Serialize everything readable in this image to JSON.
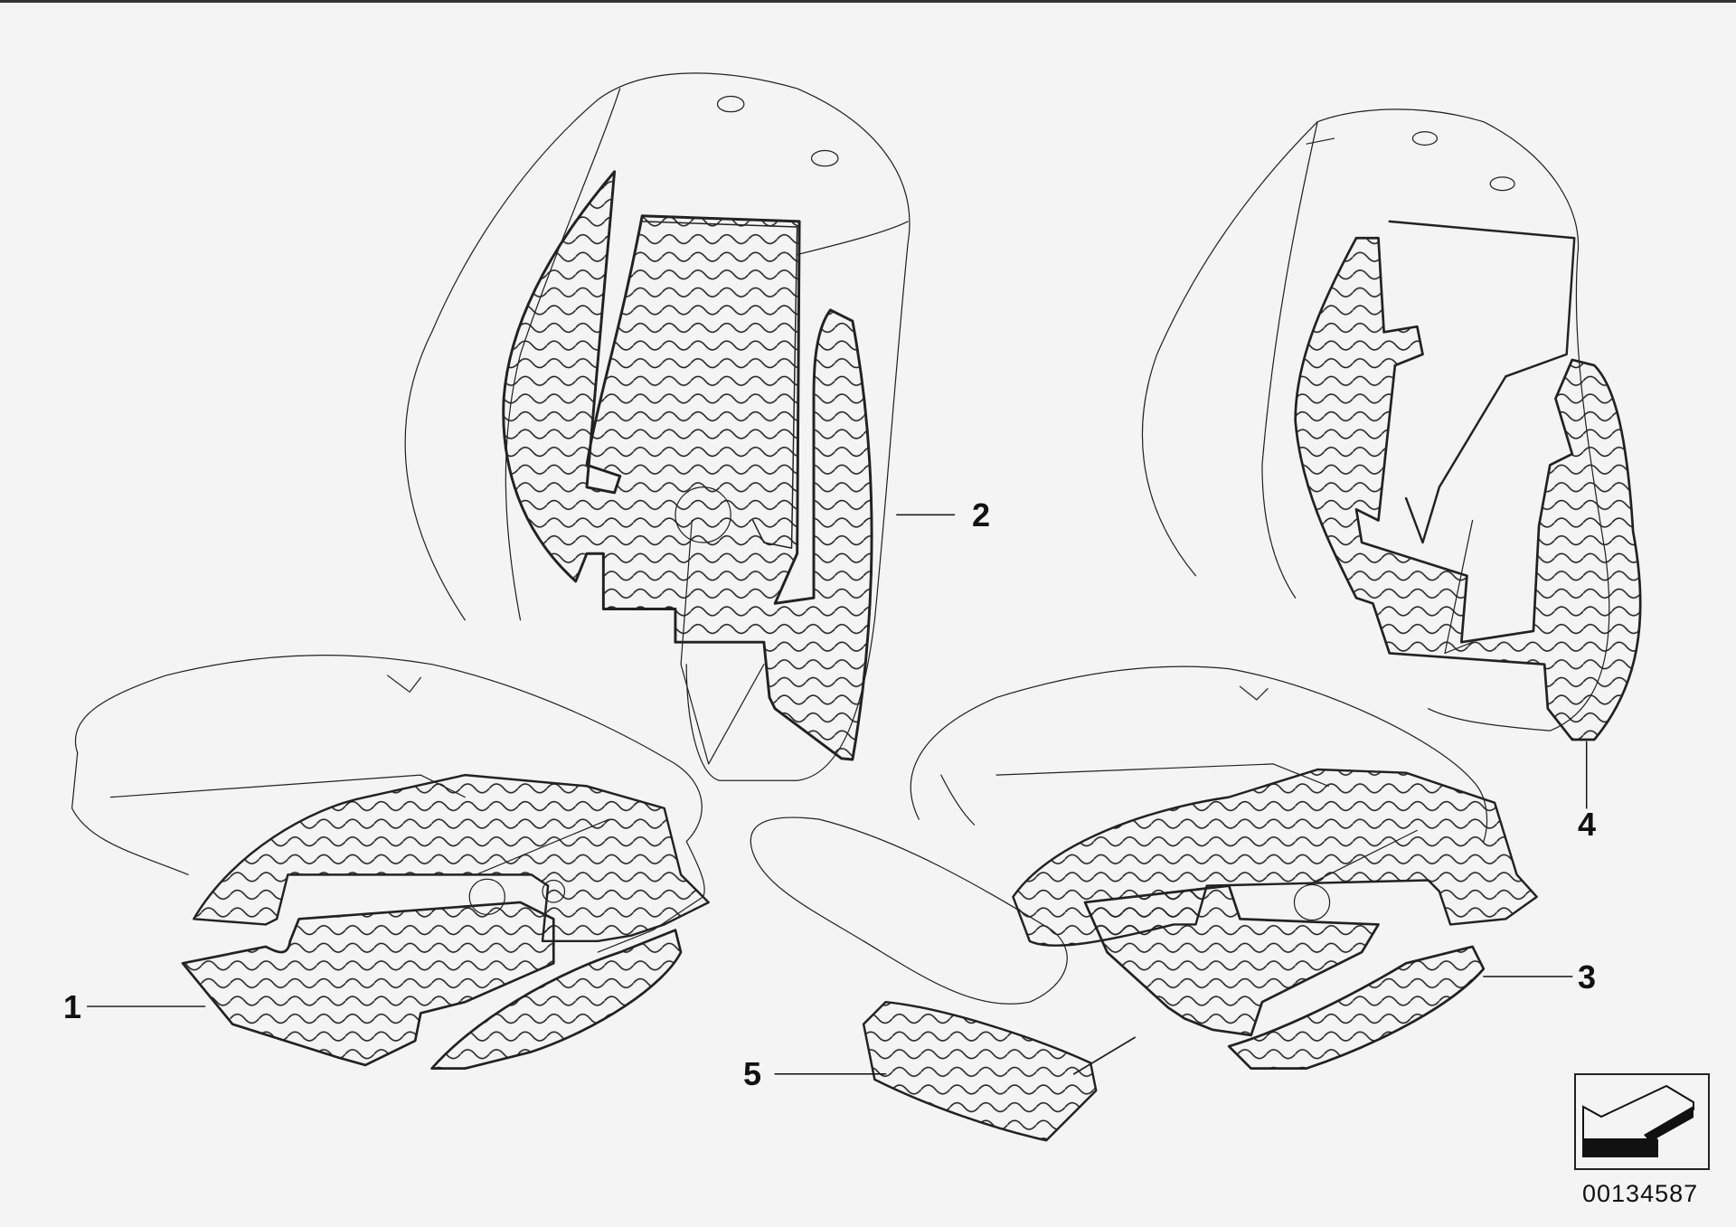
{
  "callouts": [
    {
      "id": "1",
      "label": "1",
      "part": "seat-cushion-heating-element-left"
    },
    {
      "id": "2",
      "label": "2",
      "part": "backrest-heating-element-left"
    },
    {
      "id": "3",
      "label": "3",
      "part": "seat-cushion-heating-element-right"
    },
    {
      "id": "4",
      "label": "4",
      "part": "backrest-heating-element-right"
    },
    {
      "id": "5",
      "label": "5",
      "part": "thigh-support-heating-element"
    }
  ],
  "reference": {
    "icon": "arrow-reference-icon",
    "number": "00134587"
  },
  "colors": {
    "background": "#f4f4f4",
    "line": "#111111"
  }
}
